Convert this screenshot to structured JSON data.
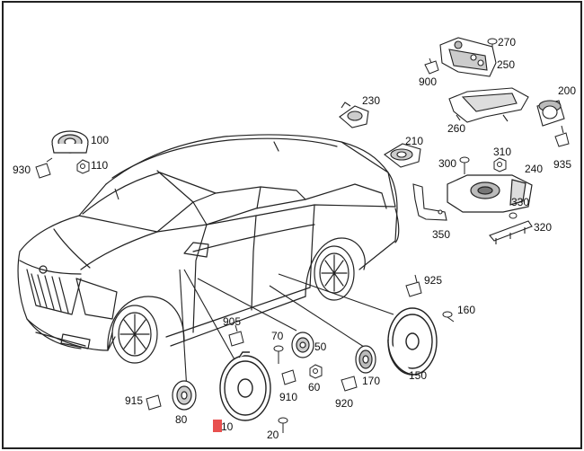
{
  "diagram": {
    "highlight_color": "#e8504f",
    "part_labels": {
      "p270": "270",
      "p250": "250",
      "p900": "900",
      "p230": "230",
      "p200": "200",
      "p260": "260",
      "p100": "100",
      "p210": "210",
      "p930": "930",
      "p110": "110",
      "p310": "310",
      "p300": "300",
      "p240": "240",
      "p935": "935",
      "p330": "330",
      "p350": "350",
      "p320": "320",
      "p925": "925",
      "p160": "160",
      "p905": "905",
      "p70": "70",
      "p50": "50",
      "p150": "150",
      "p170": "170",
      "p910": "910",
      "p60": "60",
      "p915": "915",
      "p920": "920",
      "p80": "80",
      "p10": "10",
      "p20": "20"
    }
  }
}
